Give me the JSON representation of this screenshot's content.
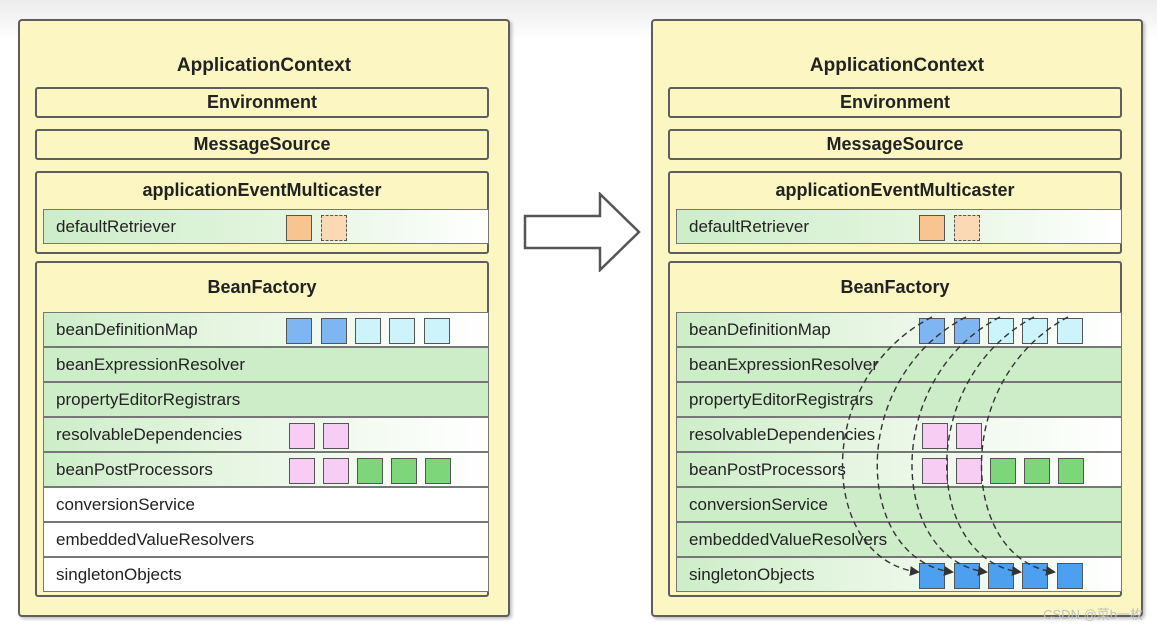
{
  "application_context": "ApplicationContext",
  "environment": "Environment",
  "message_source": "MessageSource",
  "event_multicaster": "applicationEventMulticaster",
  "default_retriever": "defaultRetriever",
  "bean_factory": "BeanFactory",
  "rows": {
    "bean_definition_map": "beanDefinitionMap",
    "bean_expression_resolver": "beanExpressionResolver",
    "property_editor_registrars": "propertyEditorRegistrars",
    "resolvable_dependencies": "resolvableDependencies",
    "bean_post_processors": "beanPostProcessors",
    "conversion_service": "conversionService",
    "embedded_value_resolvers": "embeddedValueResolvers",
    "singleton_objects": "singletonObjects"
  },
  "watermark": "CSDN @菜b一枚",
  "colors": {
    "panel": "#fbf6c2",
    "row_green": "#cdedc8",
    "orange": "#f8c590",
    "blue": "#7fb5f0",
    "light_blue": "#cdf3fb",
    "pink": "#f8cdf3",
    "green": "#7ed67a",
    "singleton_blue": "#4d9ff0"
  },
  "icons": [
    "right-arrow-icon",
    "dashed-curve-arrow-icon"
  ]
}
